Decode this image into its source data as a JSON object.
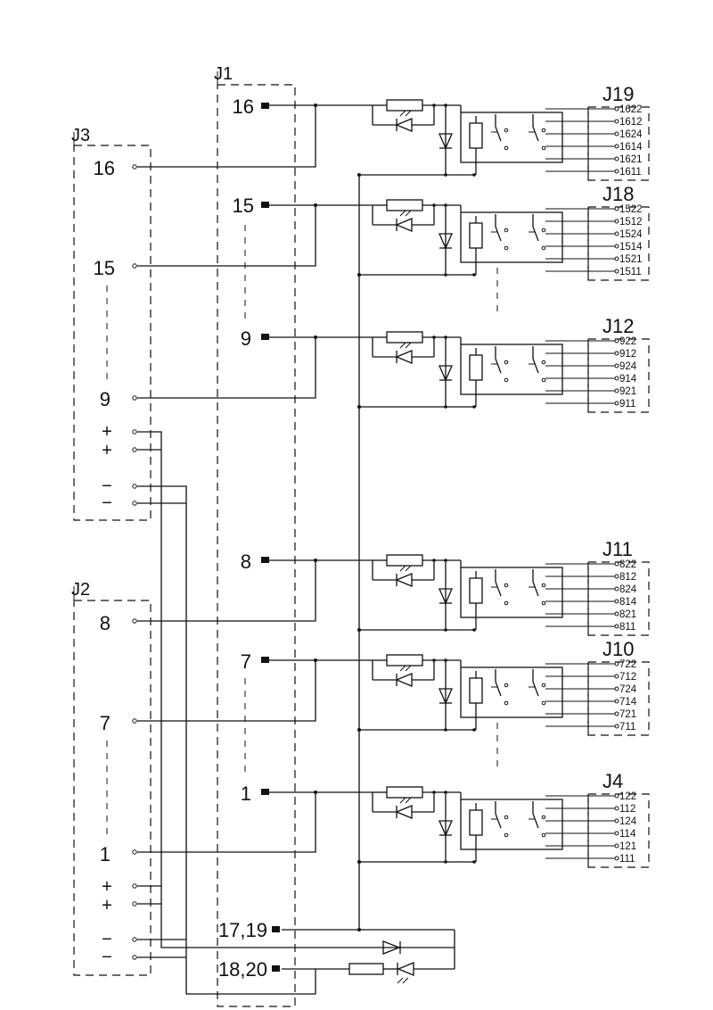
{
  "connectors": {
    "j1": {
      "name": "J1",
      "pins": [
        "16",
        "15",
        "9",
        "8",
        "7",
        "1",
        "17,19",
        "18,20"
      ]
    },
    "j3": {
      "name": "J3",
      "pins": [
        "16",
        "15",
        "9"
      ],
      "power_pins": [
        "+",
        "+",
        "−",
        "−"
      ]
    },
    "j2": {
      "name": "J2",
      "pins": [
        "8",
        "7",
        "1"
      ],
      "power_pins": [
        "+",
        "+",
        "−",
        "−"
      ]
    }
  },
  "relays": [
    {
      "name": "J19",
      "terminals": [
        "1622",
        "1612",
        "1624",
        "1614",
        "1621",
        "1611"
      ]
    },
    {
      "name": "J18",
      "terminals": [
        "1522",
        "1512",
        "1524",
        "1514",
        "1521",
        "1511"
      ]
    },
    {
      "name": "J12",
      "terminals": [
        "922",
        "912",
        "924",
        "914",
        "921",
        "911"
      ]
    },
    {
      "name": "J11",
      "terminals": [
        "822",
        "812",
        "824",
        "814",
        "821",
        "811"
      ]
    },
    {
      "name": "J10",
      "terminals": [
        "722",
        "712",
        "724",
        "714",
        "721",
        "711"
      ]
    },
    {
      "name": "J4",
      "terminals": [
        "122",
        "112",
        "124",
        "114",
        "121",
        "111"
      ]
    }
  ]
}
